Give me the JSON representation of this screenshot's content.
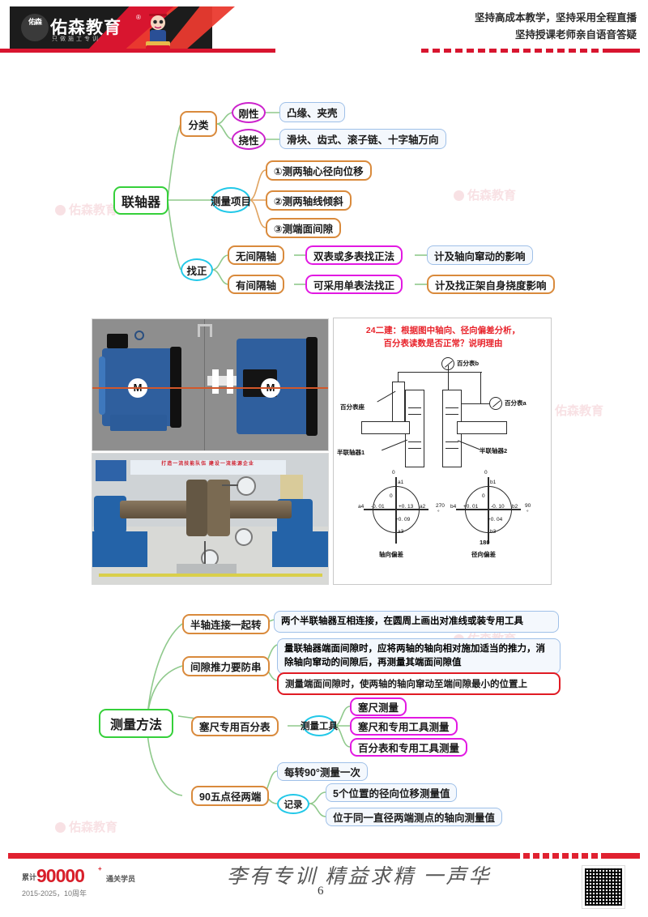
{
  "header": {
    "logo_main": "佑森教育",
    "logo_badge": "佑森",
    "logo_sub": "只做施工专训",
    "registered_mark": "®",
    "slogan_line1": "坚持高成本教学，坚持采用全程直播",
    "slogan_line2": "坚持授课老师亲自语音答疑"
  },
  "watermark": {
    "text": "佑森教育"
  },
  "mindmap_top": {
    "root": "联轴器",
    "branches": [
      {
        "label": "分类",
        "children": [
          {
            "label": "刚性",
            "detail": "凸缘、夹壳"
          },
          {
            "label": "挠性",
            "detail": "滑块、齿式、滚子链、十字轴万向"
          }
        ]
      },
      {
        "label": "测量项目",
        "items": [
          "①测两轴心径向位移",
          "②测两轴线倾斜",
          "③测端面间隙"
        ]
      },
      {
        "label": "找正",
        "rows": [
          {
            "cond": "无间隔轴",
            "method": "双表或多表找正法",
            "note": "计及轴向窜动的影响"
          },
          {
            "cond": "有间隔轴",
            "method": "可采用单表法找正",
            "note": "计及找正架自身挠度影响"
          }
        ]
      }
    ]
  },
  "figure_motor": {
    "left_motor_label": "M",
    "right_motor_label": "M"
  },
  "figure_lab": {
    "banner": "打造一流技能队伍 建设一流能源企业"
  },
  "schematic": {
    "title_line1": "24二建：根据图中轴向、径向偏差分析，",
    "title_line2": "百分表读数是否正常？说明理由",
    "labels": {
      "dial_b": "百分表b",
      "dial_a": "百分表a",
      "dial_base": "百分表座",
      "half_coupling_1": "半联轴器1",
      "half_coupling_2": "半联轴器2",
      "axial_caption": "轴向偏差",
      "radial_caption": "径向偏差"
    },
    "axial_circle": {
      "top_label": "a1",
      "right_label": "a2",
      "bottom_label": "a3",
      "left_label": "a4",
      "top_value": "0",
      "right_value": "+0. 13",
      "bottom_value": "+0. 09",
      "left_value": "-0. 01"
    },
    "radial_circle": {
      "top_label": "b1",
      "right_label": "b2",
      "bottom_label": "b3",
      "left_label": "b4",
      "top_value": "0",
      "right_value": "-0. 10",
      "bottom_value": "+0. 04",
      "left_value": "+0. 01",
      "deg_0": "0",
      "deg_90": "90",
      "deg_180": "180",
      "deg_270": "270",
      "deg_sym": "°"
    }
  },
  "mindmap_bottom": {
    "root": "测量方法",
    "branches": [
      {
        "label": "半轴连接一起转",
        "notes": [
          {
            "text": "两个半联轴器互相连接，在圆周上画出对准线或装专用工具",
            "style": "blue"
          }
        ]
      },
      {
        "label": "间隙推力要防串",
        "notes": [
          {
            "text": "量联轴器端面间隙时，应将两轴的轴向相对施加适当的推力，消除轴向窜动的间隙后，再测量其端面间隙值",
            "style": "blue"
          },
          {
            "text": "测量端面间隙时，使两轴的轴向窜动至端间隙最小的位置上",
            "style": "red"
          }
        ]
      },
      {
        "label": "塞尺专用百分表",
        "sub": "测量工具",
        "items": [
          "塞尺测量",
          "塞尺和专用工具测量",
          "百分表和专用工具测量"
        ]
      },
      {
        "label": "90五点径两端",
        "first": "每转90°测量一次",
        "sub": "记录",
        "items": [
          "5个位置的径向位移测量值",
          "位于同一直径两端测点的轴向测量值"
        ]
      }
    ]
  },
  "footer": {
    "prefix": "累计",
    "count": "90000",
    "plus": "+",
    "suffix": "通关学员",
    "years": "2015-2025，10周年",
    "signature": "李有专训 精益求精 一声华",
    "page_number": "6"
  },
  "colors": {
    "brand_red": "#d8152f",
    "green": "#35d03a",
    "orange": "#d98a3c",
    "cyan": "#22c8e8",
    "magenta": "#cc22cc",
    "blue_box": "#9fc0e8",
    "red_box": "#e01b24"
  }
}
